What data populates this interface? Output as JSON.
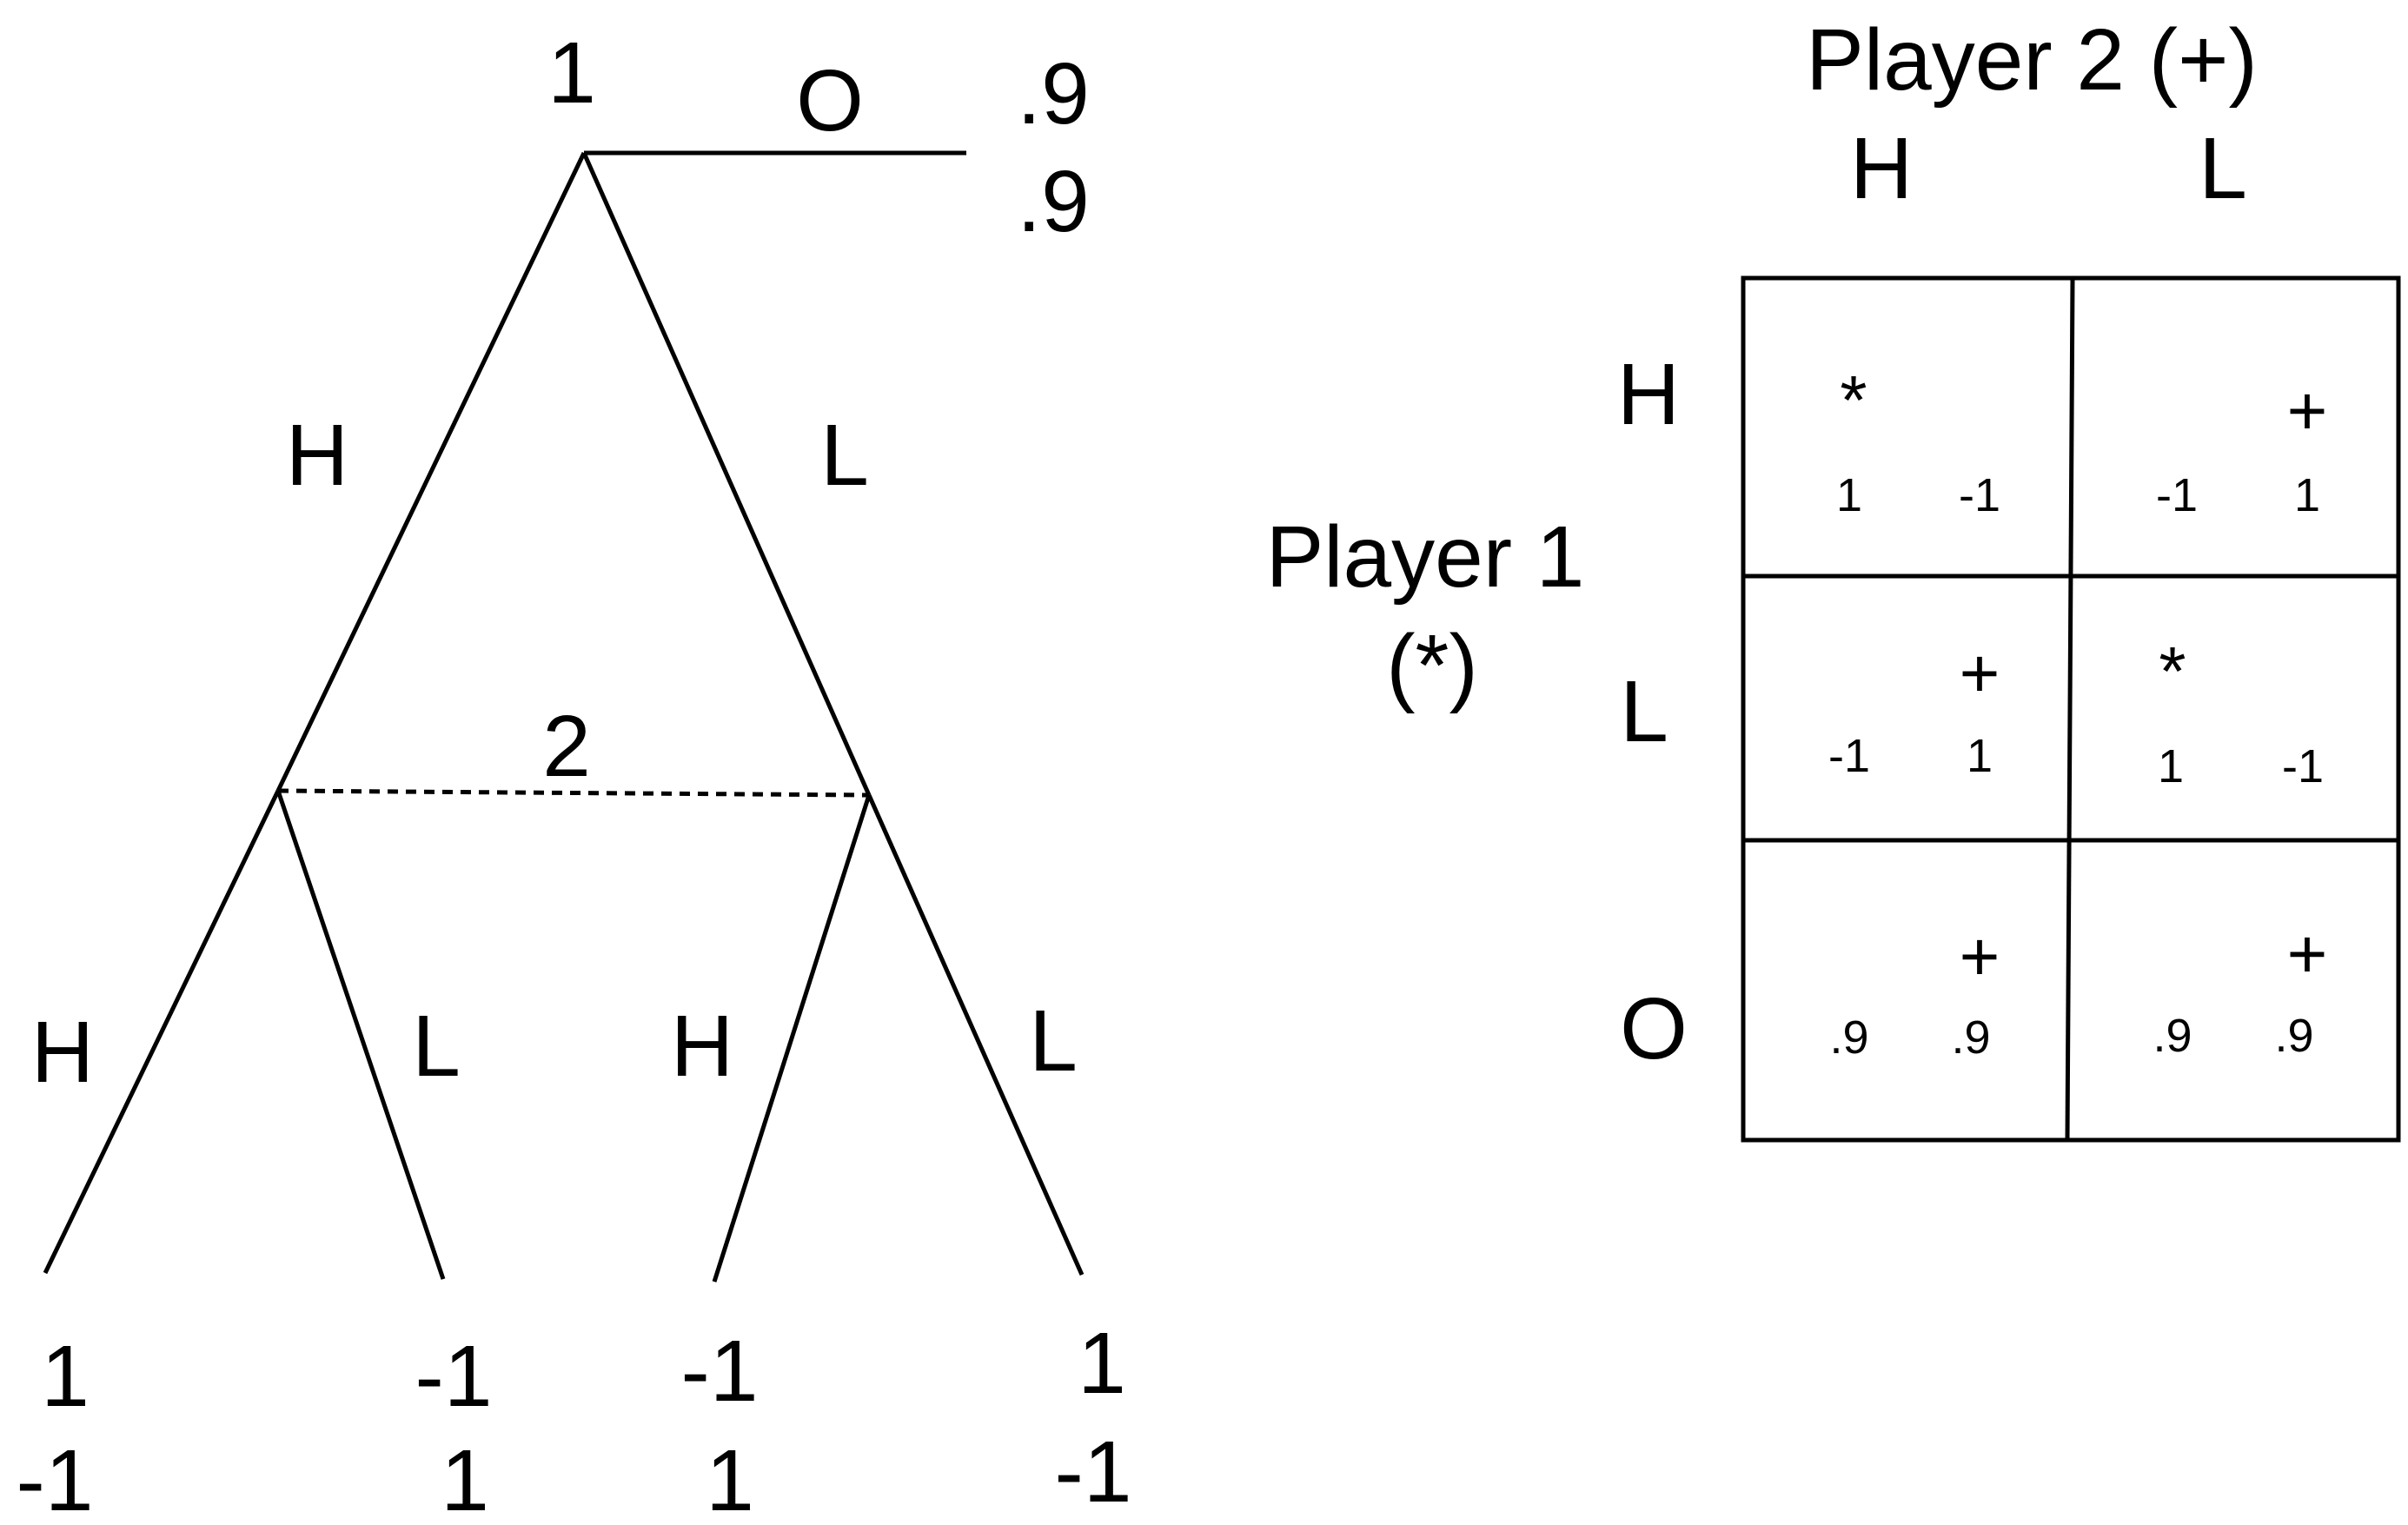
{
  "tree": {
    "root_label": "1",
    "outside_label": "O",
    "outside_payoff": [
      ".9",
      ".9"
    ],
    "root_branches": [
      "H",
      "L"
    ],
    "info_set_label": "2",
    "sub_branches": [
      "H",
      "L",
      "H",
      "L"
    ],
    "leaf_payoffs": [
      [
        "1",
        "-1"
      ],
      [
        "-1",
        "1"
      ],
      [
        "-1",
        "1"
      ],
      [
        "1",
        "-1"
      ]
    ]
  },
  "matrix": {
    "col_player": "Player 2 (+)",
    "col_labels": [
      "H",
      "L"
    ],
    "row_player": [
      "Player 1",
      "(*)"
    ],
    "row_labels": [
      "H",
      "L",
      "O"
    ],
    "cells": [
      [
        {
          "mark": "*",
          "p1": "1",
          "p2": "-1"
        },
        {
          "mark": "+",
          "p1": "-1",
          "p2": "1"
        }
      ],
      [
        {
          "mark": "+",
          "p1": "-1",
          "p2": "1"
        },
        {
          "mark": "*",
          "p1": "1",
          "p2": "-1"
        }
      ],
      [
        {
          "mark": "+",
          "p1": ".9",
          "p2": ".9"
        },
        {
          "mark": "+",
          "p1": ".9",
          "p2": ".9"
        }
      ]
    ]
  }
}
